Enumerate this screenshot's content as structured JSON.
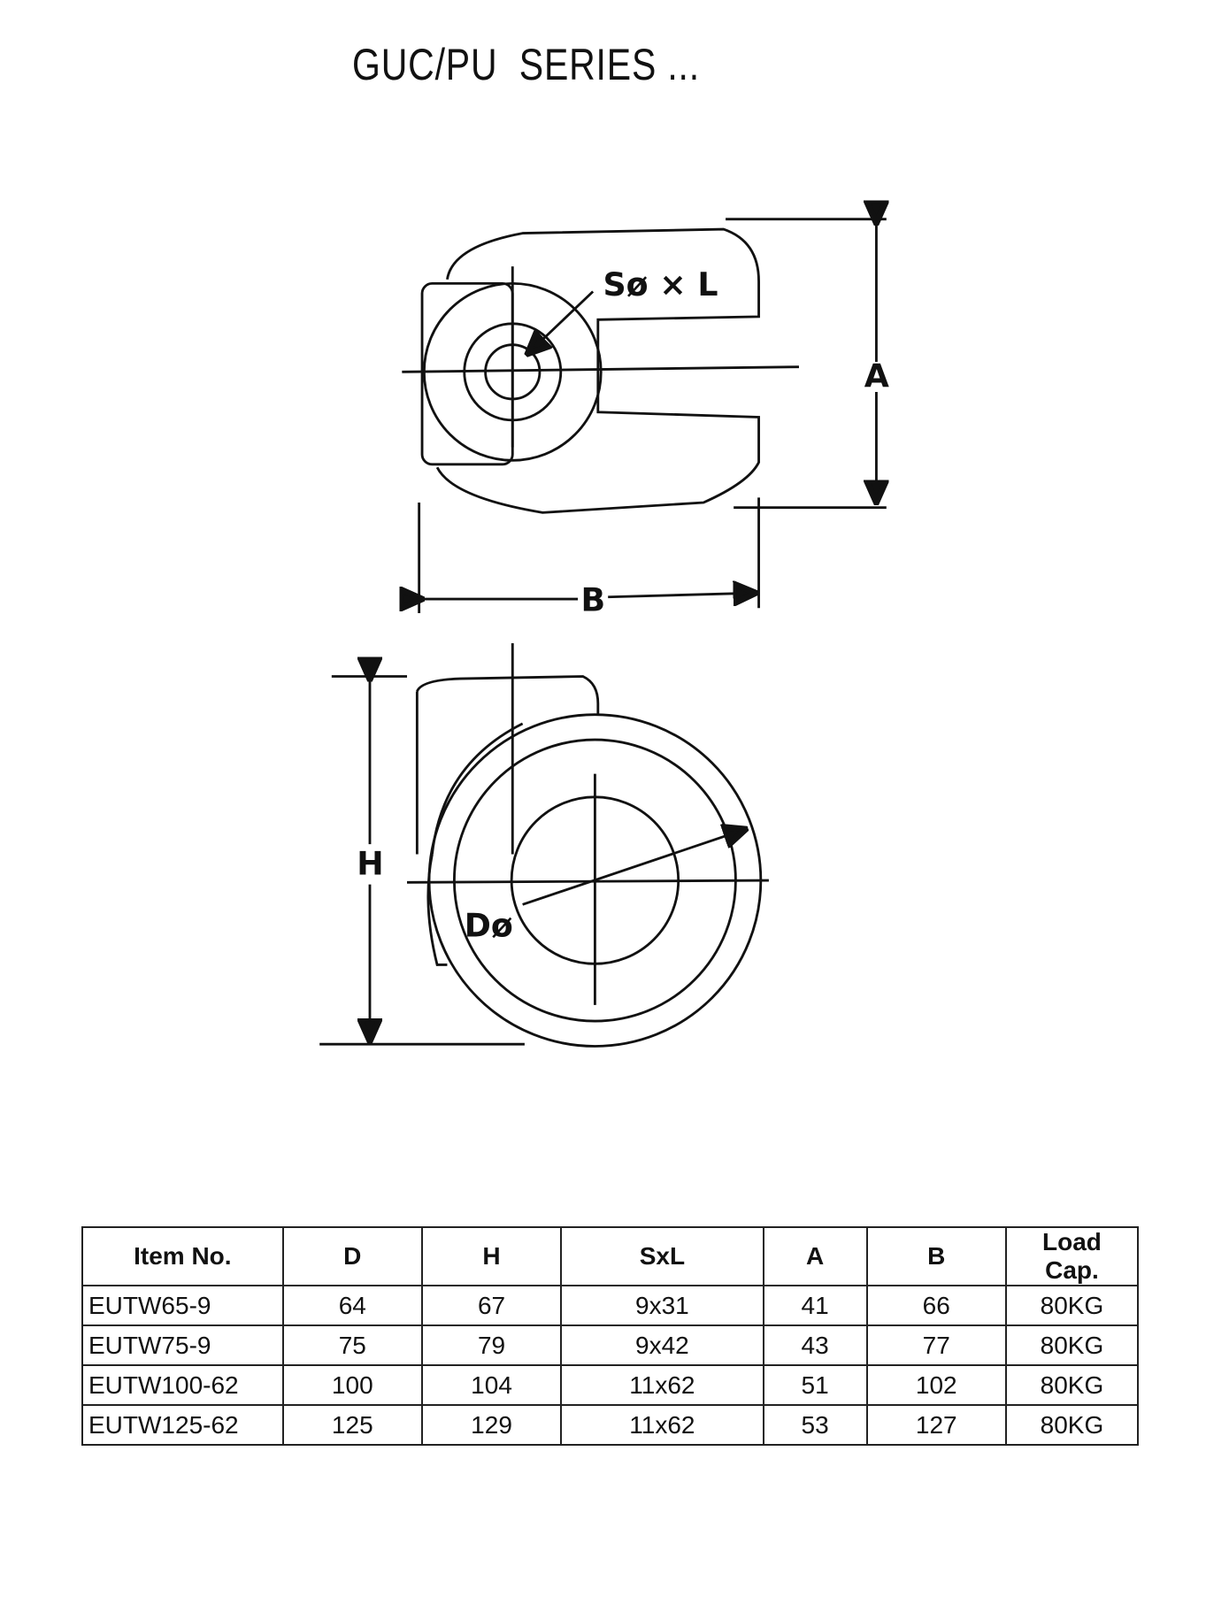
{
  "title": "GUC/PU  SERIES ...",
  "labels": {
    "shaft": "Sø × L",
    "a": "A",
    "b": "B",
    "h": "H",
    "d": "Dø"
  },
  "table": {
    "headers": [
      "Item No.",
      "D",
      "H",
      "SxL",
      "A",
      "B",
      "Load Cap."
    ],
    "rows": [
      [
        "EUTW65-9",
        "64",
        "67",
        "9x31",
        "41",
        "66",
        "80KG"
      ],
      [
        "EUTW75-9",
        "75",
        "79",
        "9x42",
        "43",
        "77",
        "80KG"
      ],
      [
        "EUTW100-62",
        "100",
        "104",
        "11x62",
        "51",
        "102",
        "80KG"
      ],
      [
        "EUTW125-62",
        "125",
        "129",
        "11x62",
        "53",
        "127",
        "80KG"
      ]
    ]
  }
}
